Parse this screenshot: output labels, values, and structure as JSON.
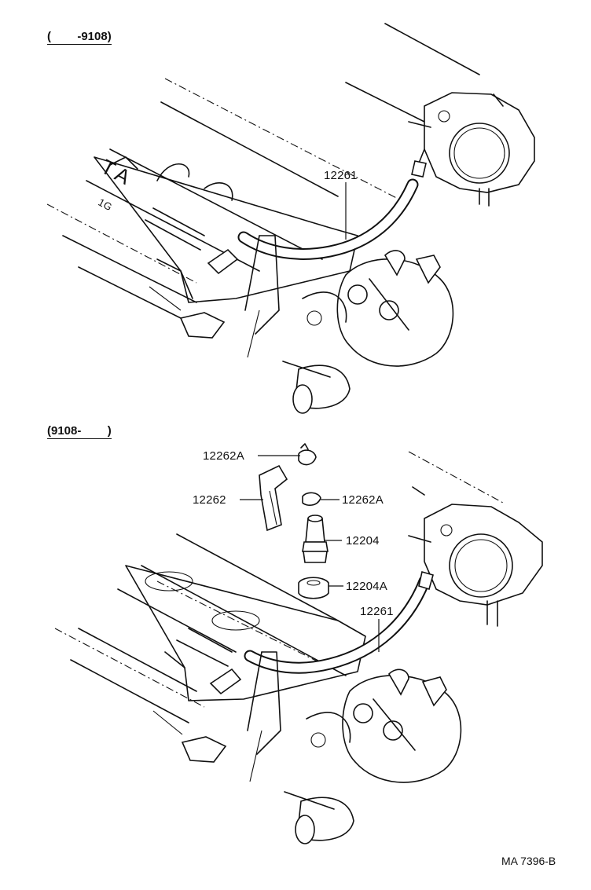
{
  "sections": [
    {
      "range_label": "(        -9108)"
    },
    {
      "range_label": "(9108-        )"
    }
  ],
  "parts_top": [
    {
      "number": "12261"
    }
  ],
  "parts_bottom": [
    {
      "number": "12262A"
    },
    {
      "number": "12262"
    },
    {
      "number": "12262A"
    },
    {
      "number": "12204"
    },
    {
      "number": "12204A"
    },
    {
      "number": "12261"
    }
  ],
  "engine_lettering": {
    "main": "TA",
    "sub": "1G"
  },
  "diagram_code": "MA 7396-B"
}
